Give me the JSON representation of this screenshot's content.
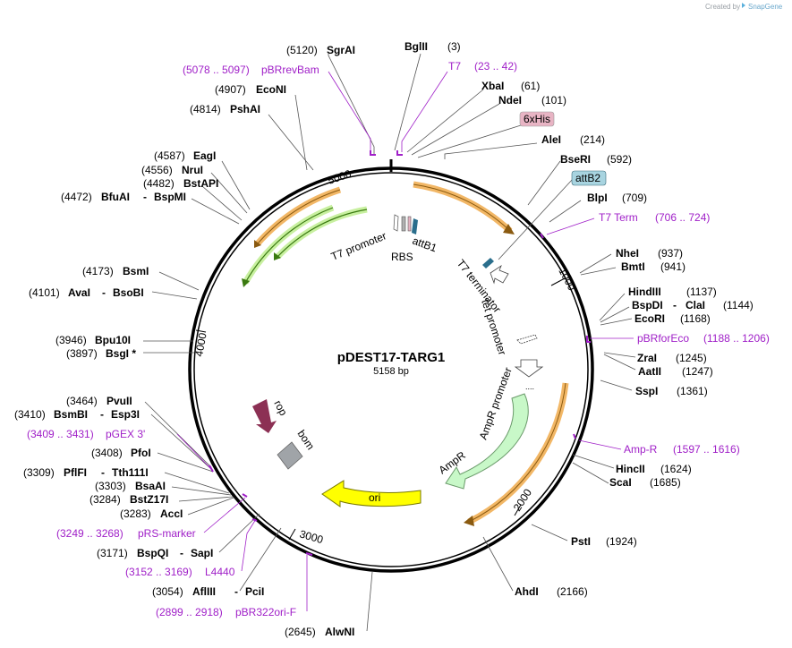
{
  "plasmid": {
    "name": "pDEST17-TARG1",
    "length_label": "5158 bp"
  },
  "watermark": {
    "text": "Created by",
    "brand": "SnapGene"
  },
  "ruler": [
    "1000",
    "2000",
    "3000",
    "4000",
    "5000"
  ],
  "sites": [
    {
      "id": "sgrai",
      "name": "SgrAI",
      "pos": "(5120)"
    },
    {
      "id": "bglii",
      "name": "BglII",
      "pos": "(3)"
    },
    {
      "id": "econi",
      "name": "EcoNI",
      "pos": "(4907)"
    },
    {
      "id": "xbai",
      "name": "XbaI",
      "pos": "(61)"
    },
    {
      "id": "pshai",
      "name": "PshAI",
      "pos": "(4814)"
    },
    {
      "id": "ndei",
      "name": "NdeI",
      "pos": "(101)"
    },
    {
      "id": "alei",
      "name": "AleI",
      "pos": "(214)"
    },
    {
      "id": "eagi",
      "name": "EagI",
      "pos": "(4587)"
    },
    {
      "id": "bseri",
      "name": "BseRI",
      "pos": "(592)"
    },
    {
      "id": "nrui",
      "name": "NruI",
      "pos": "(4556)"
    },
    {
      "id": "bstapi",
      "name": "BstAPI",
      "pos": "(4482)"
    },
    {
      "id": "blpi",
      "name": "BlpI",
      "pos": "(709)"
    },
    {
      "id": "bfuai",
      "name": "BfuAI",
      "pos": "(4472)",
      "extra": "BspMI"
    },
    {
      "id": "nhei",
      "name": "NheI",
      "pos": "(937)"
    },
    {
      "id": "bmti",
      "name": "BmtI",
      "pos": "(941)"
    },
    {
      "id": "bsmi",
      "name": "BsmI",
      "pos": "(4173)"
    },
    {
      "id": "avai",
      "name": "AvaI",
      "pos": "(4101)",
      "extra": "BsoBI"
    },
    {
      "id": "hindiii",
      "name": "HindIII",
      "pos": "(1137)"
    },
    {
      "id": "bspdi",
      "name": "BspDI",
      "pos": "(1144)",
      "extra": "ClaI"
    },
    {
      "id": "ecori",
      "name": "EcoRI",
      "pos": "(1168)"
    },
    {
      "id": "bpu10i",
      "name": "Bpu10I",
      "pos": "(3946)"
    },
    {
      "id": "bsgi",
      "name": "BsgI *",
      "pos": "(3897)"
    },
    {
      "id": "zrai",
      "name": "ZraI",
      "pos": "(1245)"
    },
    {
      "id": "aatii",
      "name": "AatII",
      "pos": "(1247)"
    },
    {
      "id": "sspi",
      "name": "SspI",
      "pos": "(1361)"
    },
    {
      "id": "pvuii",
      "name": "PvuII",
      "pos": "(3464)"
    },
    {
      "id": "bsmbi",
      "name": "BsmBI",
      "pos": "(3410)",
      "extra": "Esp3I"
    },
    {
      "id": "pfoi",
      "name": "PfoI",
      "pos": "(3408)"
    },
    {
      "id": "hincii",
      "name": "HincII",
      "pos": "(1624)"
    },
    {
      "id": "scai",
      "name": "ScaI",
      "pos": "(1685)"
    },
    {
      "id": "pflfi",
      "name": "PflFI",
      "pos": "(3309)",
      "extra": "Tth111I"
    },
    {
      "id": "bsaai",
      "name": "BsaAI",
      "pos": "(3303)"
    },
    {
      "id": "bstz17i",
      "name": "BstZ17I",
      "pos": "(3284)"
    },
    {
      "id": "acci",
      "name": "AccI",
      "pos": "(3283)"
    },
    {
      "id": "psti",
      "name": "PstI",
      "pos": "(1924)"
    },
    {
      "id": "bspqi",
      "name": "BspQI",
      "pos": "(3171)",
      "extra": "SapI"
    },
    {
      "id": "ahdi",
      "name": "AhdI",
      "pos": "(2166)"
    },
    {
      "id": "aflIII",
      "name": "AflIII",
      "pos": "(3054)",
      "extra": "PciI"
    },
    {
      "id": "alwni",
      "name": "AlwNI",
      "pos": "(2645)"
    }
  ],
  "primers": [
    {
      "id": "pbrrevbam",
      "name": "pBRrevBam",
      "range": "(5078 .. 5097)"
    },
    {
      "id": "t7",
      "name": "T7",
      "range": "(23 .. 42)"
    },
    {
      "id": "t7term",
      "name": "T7 Term",
      "range": "(706 .. 724)"
    },
    {
      "id": "pbrforeco",
      "name": "pBRforEco",
      "range": "(1188 .. 1206)"
    },
    {
      "id": "ampr",
      "name": "Amp-R",
      "range": "(1597 .. 1616)"
    },
    {
      "id": "pgex3",
      "name": "pGEX 3'",
      "range": "(3409 .. 3431)"
    },
    {
      "id": "prsmarker",
      "name": "pRS-marker",
      "range": "(3249 .. 3268)"
    },
    {
      "id": "l4440",
      "name": "L4440",
      "range": "(3152 .. 3169)"
    },
    {
      "id": "pbr322ori",
      "name": "pBR322ori-F",
      "range": "(2899 .. 2918)"
    }
  ],
  "boxed_features": [
    {
      "id": "6xhis",
      "label": "6xHis",
      "color": "#e8b4c4"
    },
    {
      "id": "attb2",
      "label": "attB2",
      "color": "#a8d4e0"
    }
  ],
  "features": {
    "t7_promoter": "T7 promoter",
    "rbs": "RBS",
    "attb1": "attB1",
    "t7_terminator": "T7 terminator",
    "tet_promoter": "tet promoter",
    "ampr_promoter": "AmpR promoter",
    "ampr": "AmpR",
    "ori": "ori",
    "rop": "rop",
    "bom": "bom"
  },
  "colors": {
    "primer": "#a020c8",
    "orf_orange": "#f2b766",
    "orf_green": "#5aaa2a",
    "ampr": "#c8f8c8",
    "ori": "#ffff00",
    "rop": "#8c3054",
    "bom": "#a0a4a8",
    "t7_term_feature": "#2a6e8c"
  }
}
